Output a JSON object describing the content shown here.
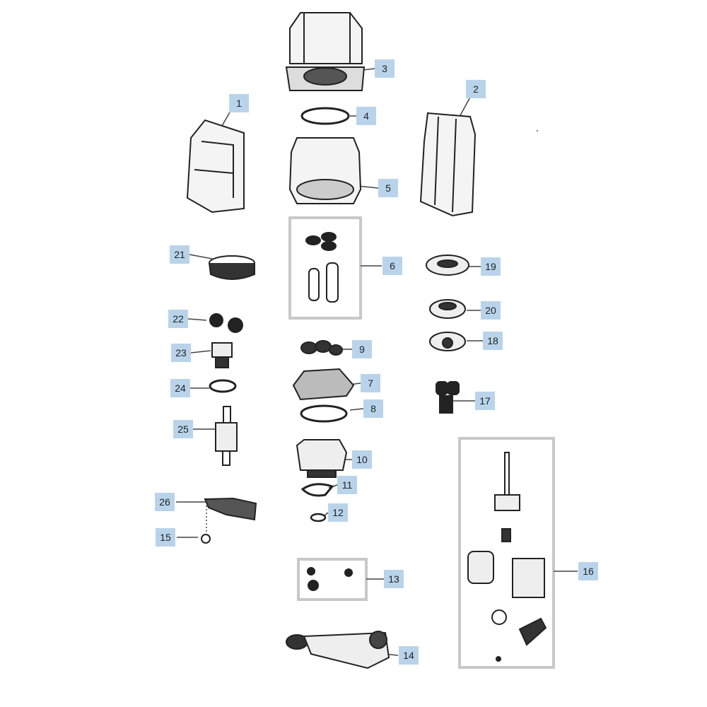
{
  "diagram": {
    "title": "Exploded parts diagram",
    "callouts": [
      "1",
      "2",
      "3",
      "4",
      "5",
      "6",
      "7",
      "8",
      "9",
      "10",
      "11",
      "12",
      "13",
      "14",
      "15",
      "16",
      "17",
      "18",
      "19",
      "20",
      "21",
      "22",
      "23",
      "24",
      "25",
      "26"
    ],
    "label_color": "#b9d4ea",
    "box_color": "#c8c8c8"
  }
}
